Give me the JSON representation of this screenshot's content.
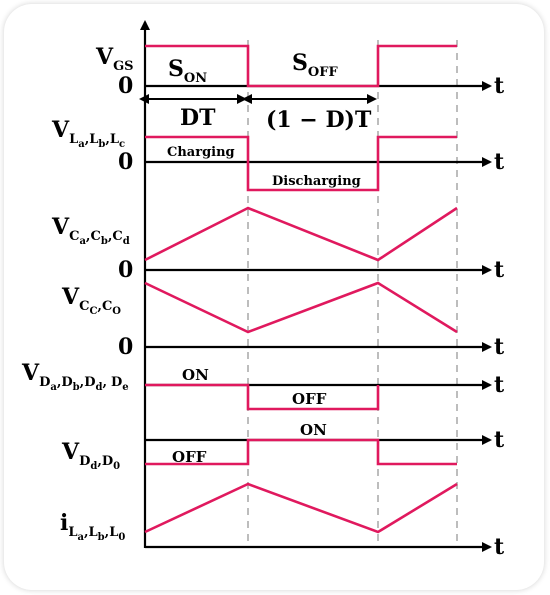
{
  "signals": {
    "vgs": {
      "main": "V",
      "sub": "GS"
    },
    "vl": {
      "main": "V",
      "sub": "L",
      "subs": [
        "a",
        "b",
        "c"
      ],
      "sub_sep": ","
    },
    "vca": {
      "main": "V",
      "sub": "C",
      "subs": [
        "a",
        "b",
        "d"
      ]
    },
    "vcc": {
      "main": "V",
      "sub": "C",
      "subs": [
        "C",
        "O"
      ]
    },
    "vda": {
      "main": "V",
      "sub": "D",
      "subs": [
        "a",
        "b",
        "d",
        "e"
      ]
    },
    "vdd": {
      "main": "V",
      "sub": "D",
      "subs": [
        "d",
        "0"
      ]
    },
    "il": {
      "main": "i",
      "sub": "L",
      "subs": [
        "a",
        "b",
        "0"
      ]
    }
  },
  "zero_label": "0",
  "time_label": "t",
  "states": {
    "s_on": {
      "main": "S",
      "sub": "ON"
    },
    "s_off": {
      "main": "S",
      "sub": "OFF"
    },
    "dt": "DT",
    "one_minus_d": "(1 − D)T"
  },
  "annotations": {
    "charging": "Charging",
    "discharging": "Discharging",
    "on_1": "ON",
    "off_1": "OFF",
    "on_2": "ON",
    "off_2": "OFF"
  },
  "colors": {
    "waveform": "#e0195e",
    "axis": "#000000",
    "divider": "#bdbdbd"
  }
}
